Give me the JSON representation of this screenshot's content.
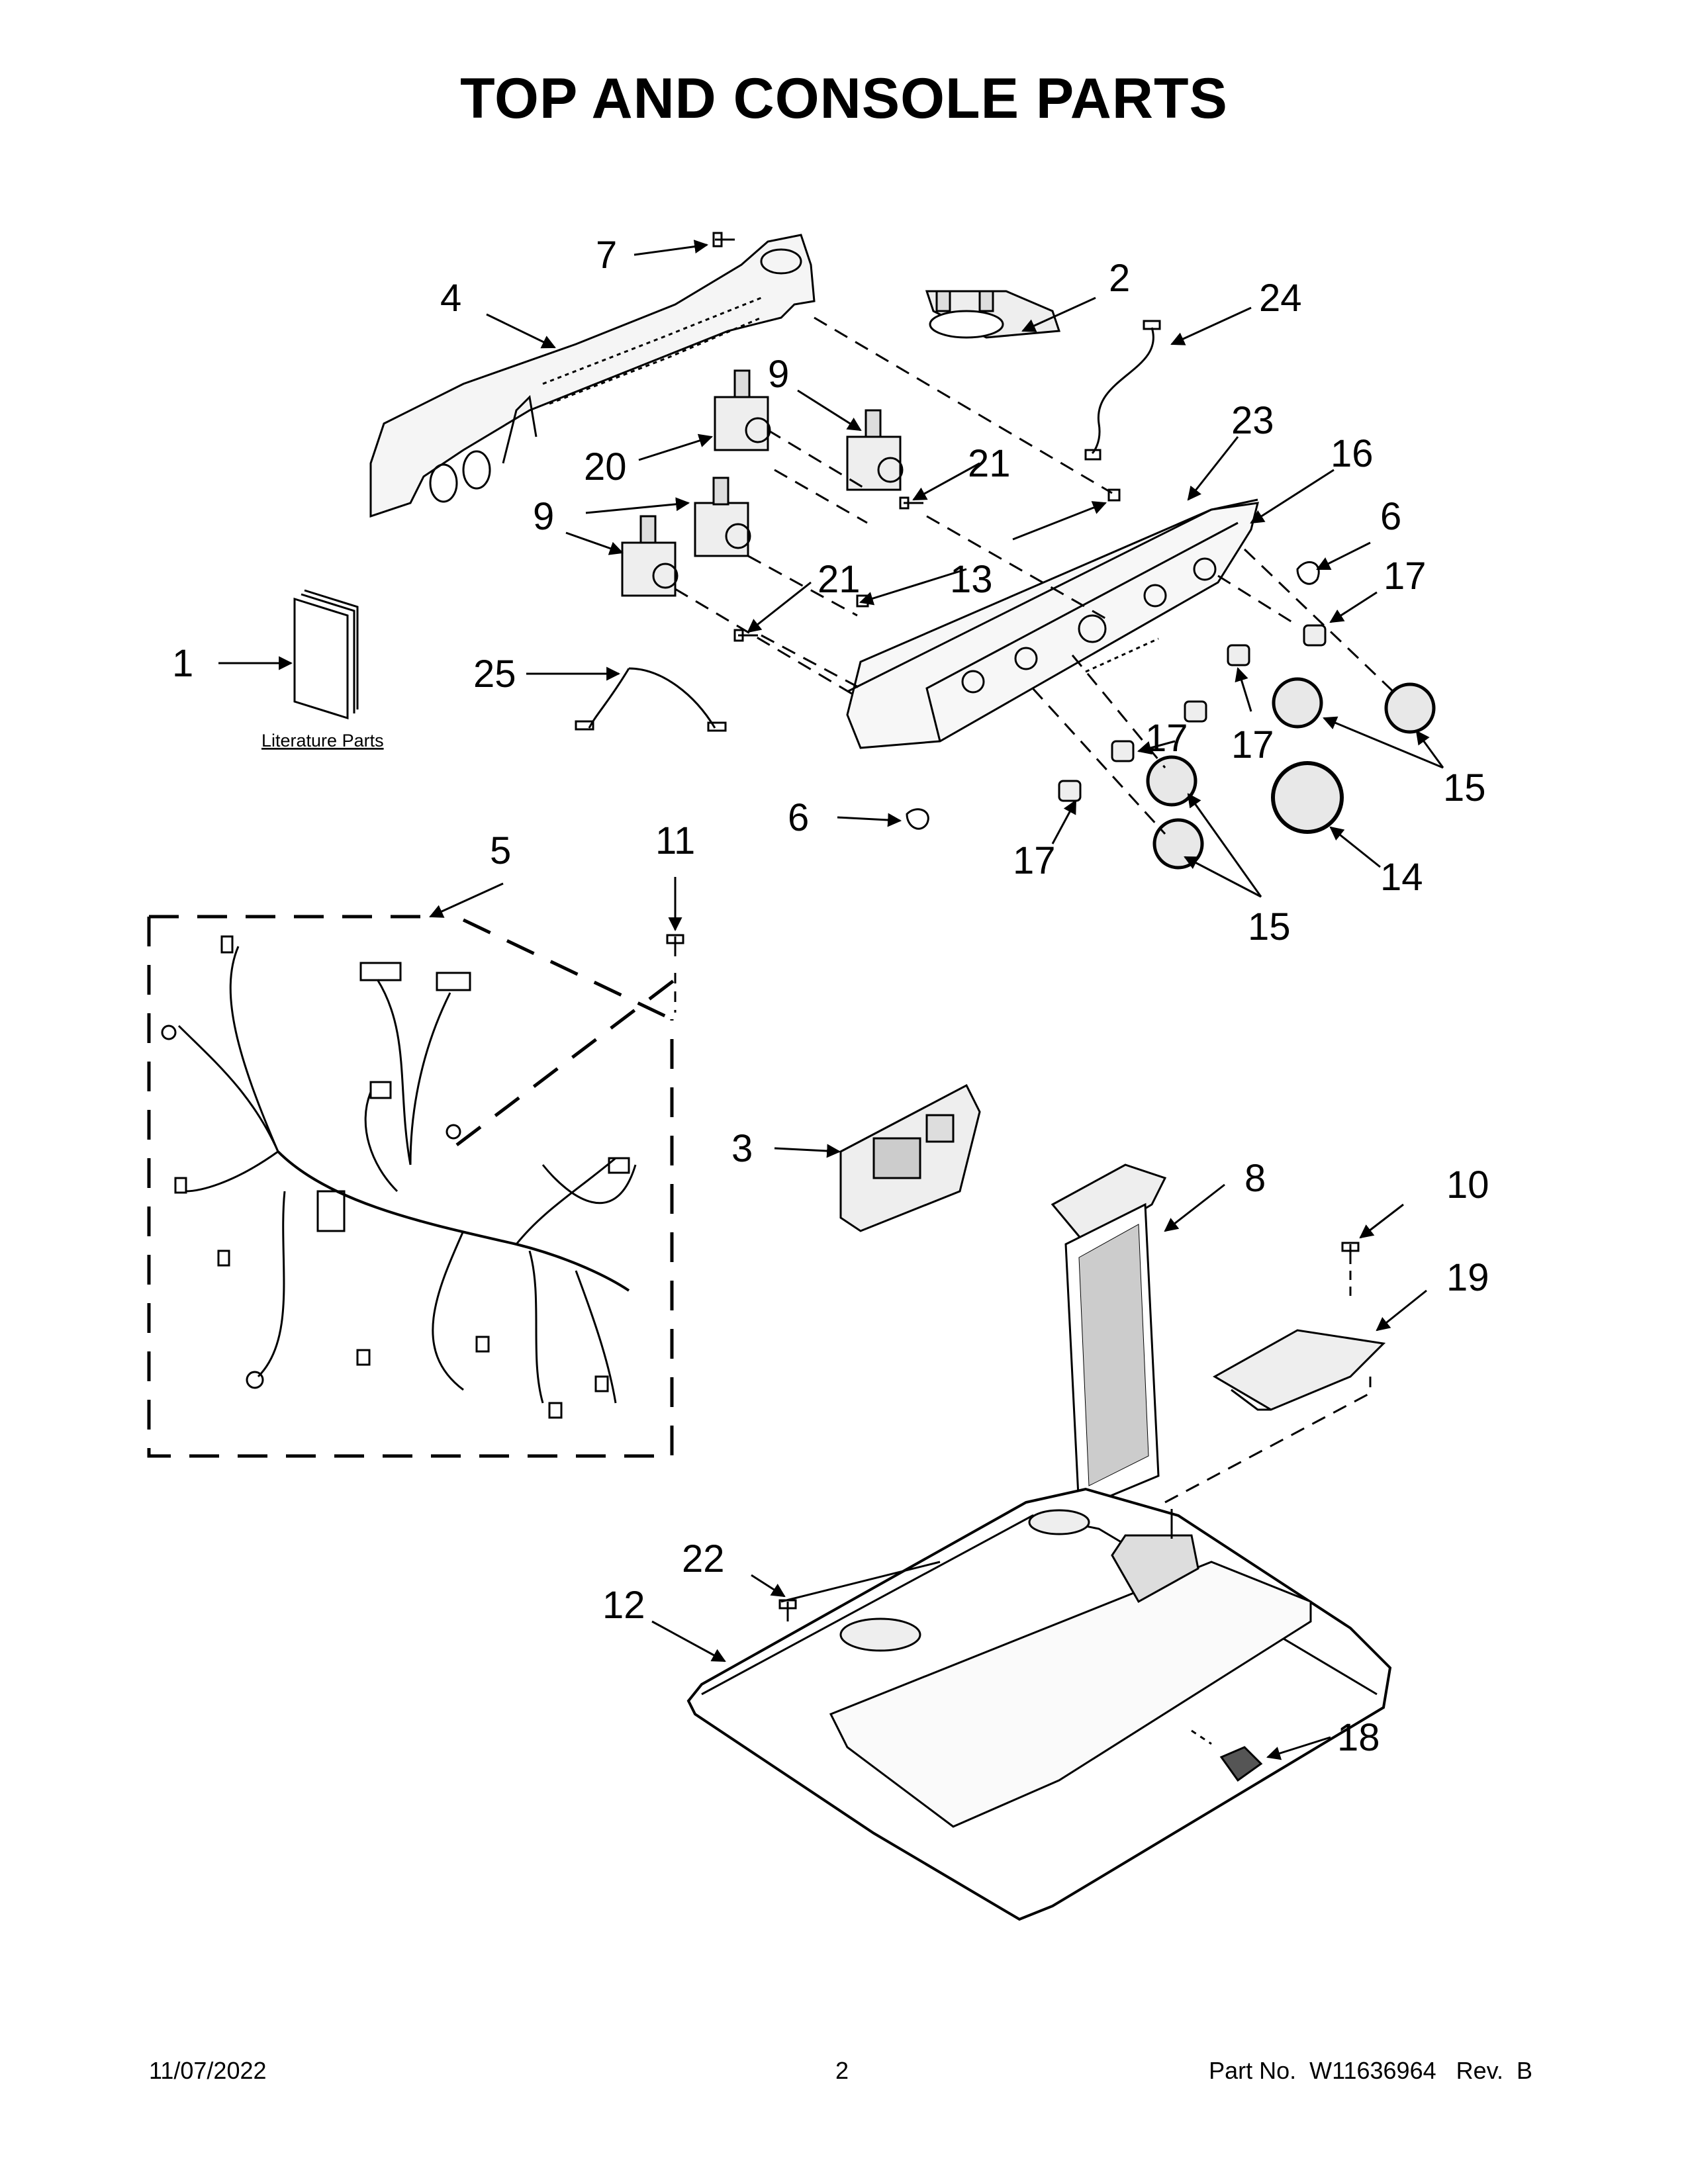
{
  "title": "TOP AND CONSOLE PARTS",
  "literature_label": "Literature Parts",
  "callouts": [
    {
      "key": "c1",
      "text": "1"
    },
    {
      "key": "c2",
      "text": "2"
    },
    {
      "key": "c3",
      "text": "3"
    },
    {
      "key": "c4",
      "text": "4"
    },
    {
      "key": "c5",
      "text": "5"
    },
    {
      "key": "c6a",
      "text": "6"
    },
    {
      "key": "c6b",
      "text": "6"
    },
    {
      "key": "c7",
      "text": "7"
    },
    {
      "key": "c8",
      "text": "8"
    },
    {
      "key": "c9a",
      "text": "9"
    },
    {
      "key": "c9b",
      "text": "9"
    },
    {
      "key": "c10",
      "text": "10"
    },
    {
      "key": "c11",
      "text": "11"
    },
    {
      "key": "c12",
      "text": "12"
    },
    {
      "key": "c13",
      "text": "13"
    },
    {
      "key": "c14",
      "text": "14"
    },
    {
      "key": "c15a",
      "text": "15"
    },
    {
      "key": "c15b",
      "text": "15"
    },
    {
      "key": "c16",
      "text": "16"
    },
    {
      "key": "c17a",
      "text": "17"
    },
    {
      "key": "c17b",
      "text": "17"
    },
    {
      "key": "c17c",
      "text": "17"
    },
    {
      "key": "c17d",
      "text": "17"
    },
    {
      "key": "c18",
      "text": "18"
    },
    {
      "key": "c19",
      "text": "19"
    },
    {
      "key": "c20",
      "text": "20"
    },
    {
      "key": "c21a",
      "text": "21"
    },
    {
      "key": "c21b",
      "text": "21"
    },
    {
      "key": "c22",
      "text": "22"
    },
    {
      "key": "c23",
      "text": "23"
    },
    {
      "key": "c24",
      "text": "24"
    },
    {
      "key": "c25",
      "text": "25"
    }
  ],
  "footer": {
    "date": "11/07/2022",
    "page": "2",
    "part_no": "Part No.  W11636964   Rev.  B"
  }
}
